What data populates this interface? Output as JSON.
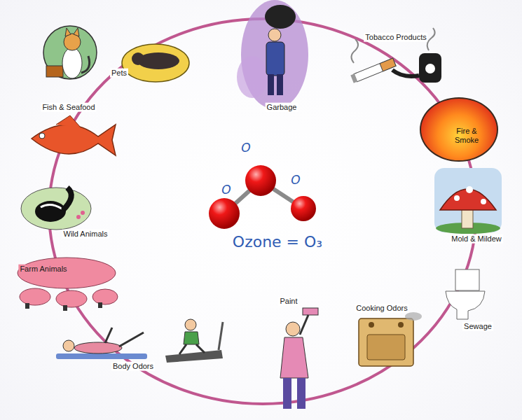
{
  "diagram": {
    "nodes": [
      {
        "text": [
          "Fire & Smoke"
        ]
      }
    ],
    "labels": [
      "Pets",
      "Garbage",
      "Tobacco Products",
      "Fish & Seafood",
      "Wild Animals",
      "Mold & Mildew",
      "Farm Animals",
      "Cooking Odors",
      "Sewage",
      "Paint",
      "Body Odors",
      "O",
      "O",
      "O",
      "Ozone = O₃"
    ]
  }
}
